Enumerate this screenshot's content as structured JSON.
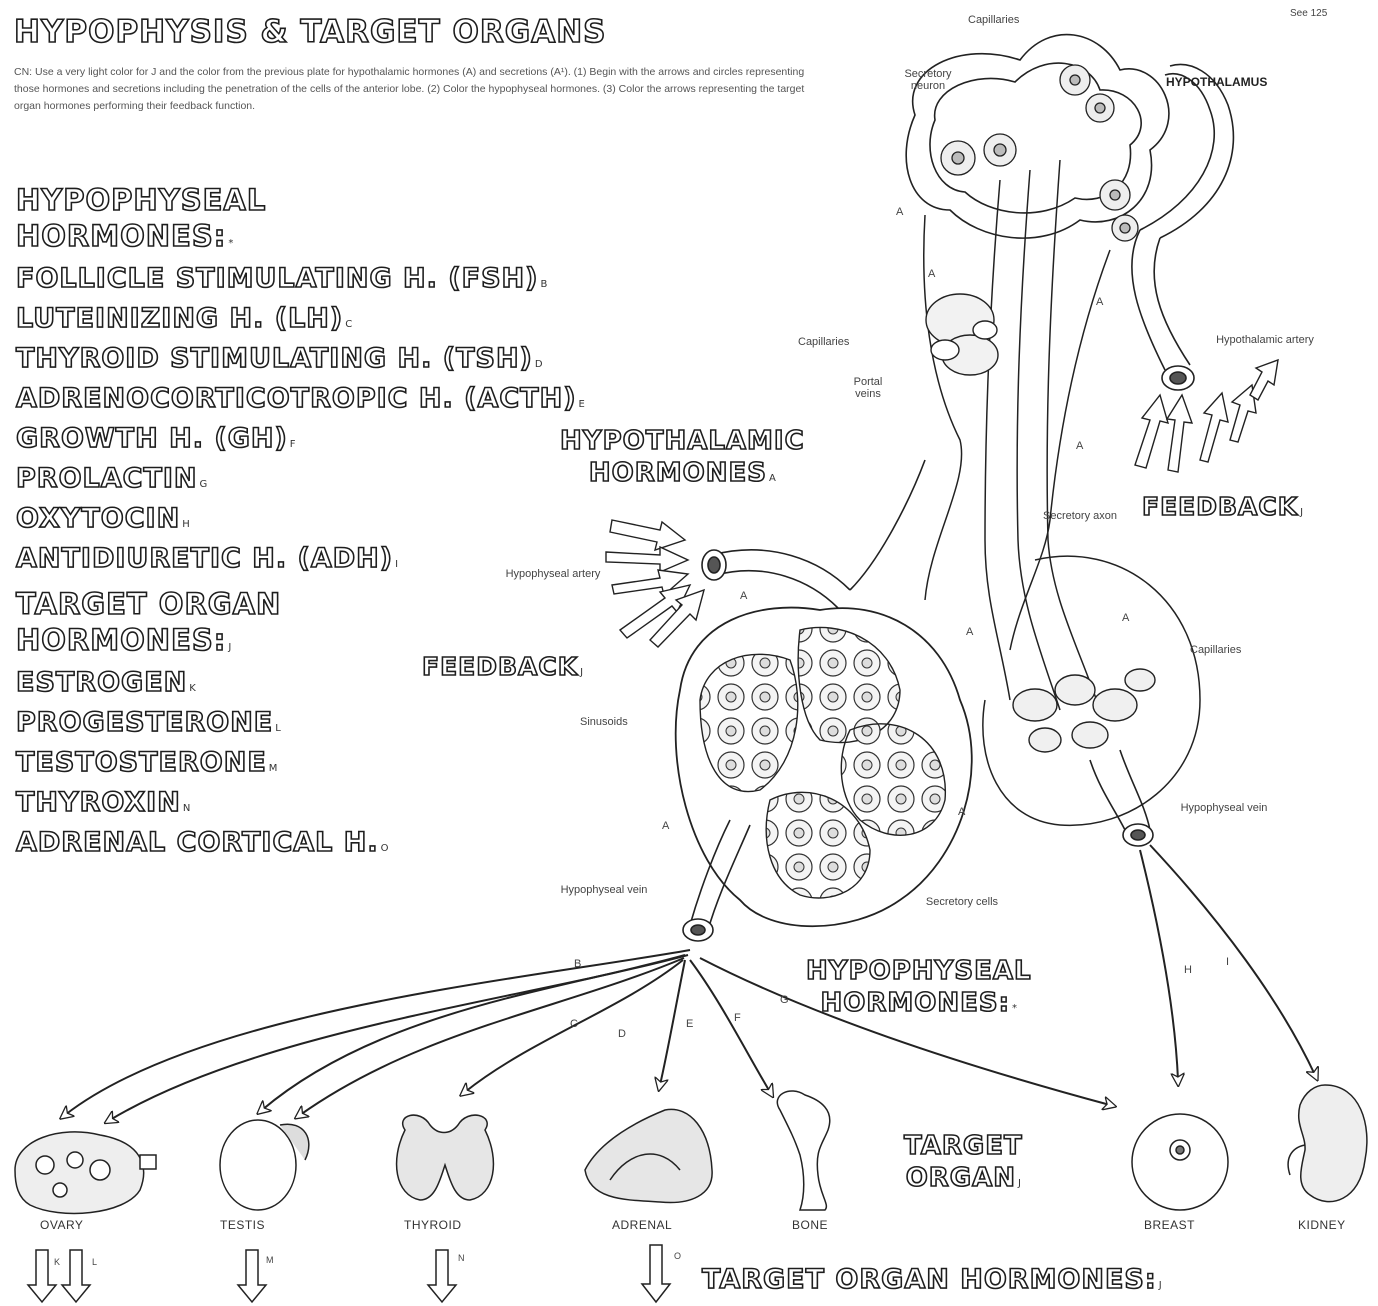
{
  "plate": {
    "title_line1": "HYPOPHYSIS & TARGET ORGANS",
    "see_ref": "See 125",
    "instructions": "CN: Use a very light color for J and the color from the previous plate for hypothalamic hormones (A) and secretions (A¹). (1) Begin with the arrows and circles representing those hormones and secretions including the penetration of the cells of the anterior lobe. (2) Color the hypophyseal hormones. (3) Color the arrows representing the target organ hormones performing their feedback function."
  },
  "legend": {
    "hypophyseal_heading_1": "HYPOPHYSEAL",
    "hypophyseal_heading_2": "HORMONES:",
    "hypophyseal_heading_sub": "*",
    "hormones": [
      {
        "name": "FOLLICLE STIMULATING H. (FSH)",
        "sub": "B"
      },
      {
        "name": "LUTEINIZING H. (LH)",
        "sub": "C"
      },
      {
        "name": "THYROID STIMULATING H. (TSH)",
        "sub": "D"
      },
      {
        "name": "ADRENOCORTICOTROPIC H. (ACTH)",
        "sub": "E"
      },
      {
        "name": "GROWTH H. (GH)",
        "sub": "F"
      },
      {
        "name": "PROLACTIN",
        "sub": "G"
      },
      {
        "name": "OXYTOCIN",
        "sub": "H"
      },
      {
        "name": "ANTIDIURETIC H. (ADH)",
        "sub": "I"
      }
    ],
    "target_heading_1": "TARGET ORGAN",
    "target_heading_2": "HORMONES:",
    "target_heading_sub": "J",
    "target_hormones": [
      {
        "name": "ESTROGEN",
        "sub": "K"
      },
      {
        "name": "PROGESTERONE",
        "sub": "L"
      },
      {
        "name": "TESTOSTERONE",
        "sub": "M"
      },
      {
        "name": "THYROXIN",
        "sub": "N"
      },
      {
        "name": "ADRENAL CORTICAL H.",
        "sub": "O"
      }
    ]
  },
  "diagram": {
    "hypothalamus": "HYPOTHALAMUS",
    "capillaries_top": "Capillaries",
    "secretory_neuron": "Secretory neuron",
    "capillaries_left": "Capillaries",
    "portal_veins": "Portal veins",
    "hypothalamic_artery": "Hypothalamic artery",
    "hypothalamic_hormones_1": "HYPOTHALAMIC",
    "hypothalamic_hormones_2": "HORMONES",
    "hypothalamic_hormones_sub": "A",
    "feedback_right": "FEEDBACK",
    "feedback_left": "FEEDBACK",
    "feedback_sub": "J",
    "secretory_axon": "Secretory axon",
    "hypophyseal_artery": "Hypophyseal artery",
    "capillaries_right": "Capillaries",
    "sinusoids": "Sinusoids",
    "hypophyseal_vein_right": "Hypophyseal vein",
    "hypophyseal_vein_left": "Hypophyseal vein",
    "secretory_cells": "Secretory cells",
    "hypophyseal_hormones_1": "HYPOPHYSEAL",
    "hypophyseal_hormones_2": "HORMONES:",
    "hypophyseal_hormones_sub": "*",
    "target_organ_1": "TARGET",
    "target_organ_2": "ORGAN",
    "target_organ_sub": "J",
    "target_organ_hormones": "TARGET ORGAN HORMONES:",
    "target_organ_hormones_sub": "J",
    "letter_a": "A",
    "arrow_letters": [
      "B",
      "C",
      "D",
      "E",
      "F",
      "G",
      "H",
      "I"
    ]
  },
  "organs": [
    {
      "name": "OVARY"
    },
    {
      "name": "TESTIS"
    },
    {
      "name": "THYROID"
    },
    {
      "name": "ADRENAL"
    },
    {
      "name": "BONE"
    },
    {
      "name": "BREAST"
    },
    {
      "name": "KIDNEY"
    }
  ],
  "bottom_arrow_letters": [
    "K",
    "L",
    "M",
    "N",
    "O"
  ]
}
